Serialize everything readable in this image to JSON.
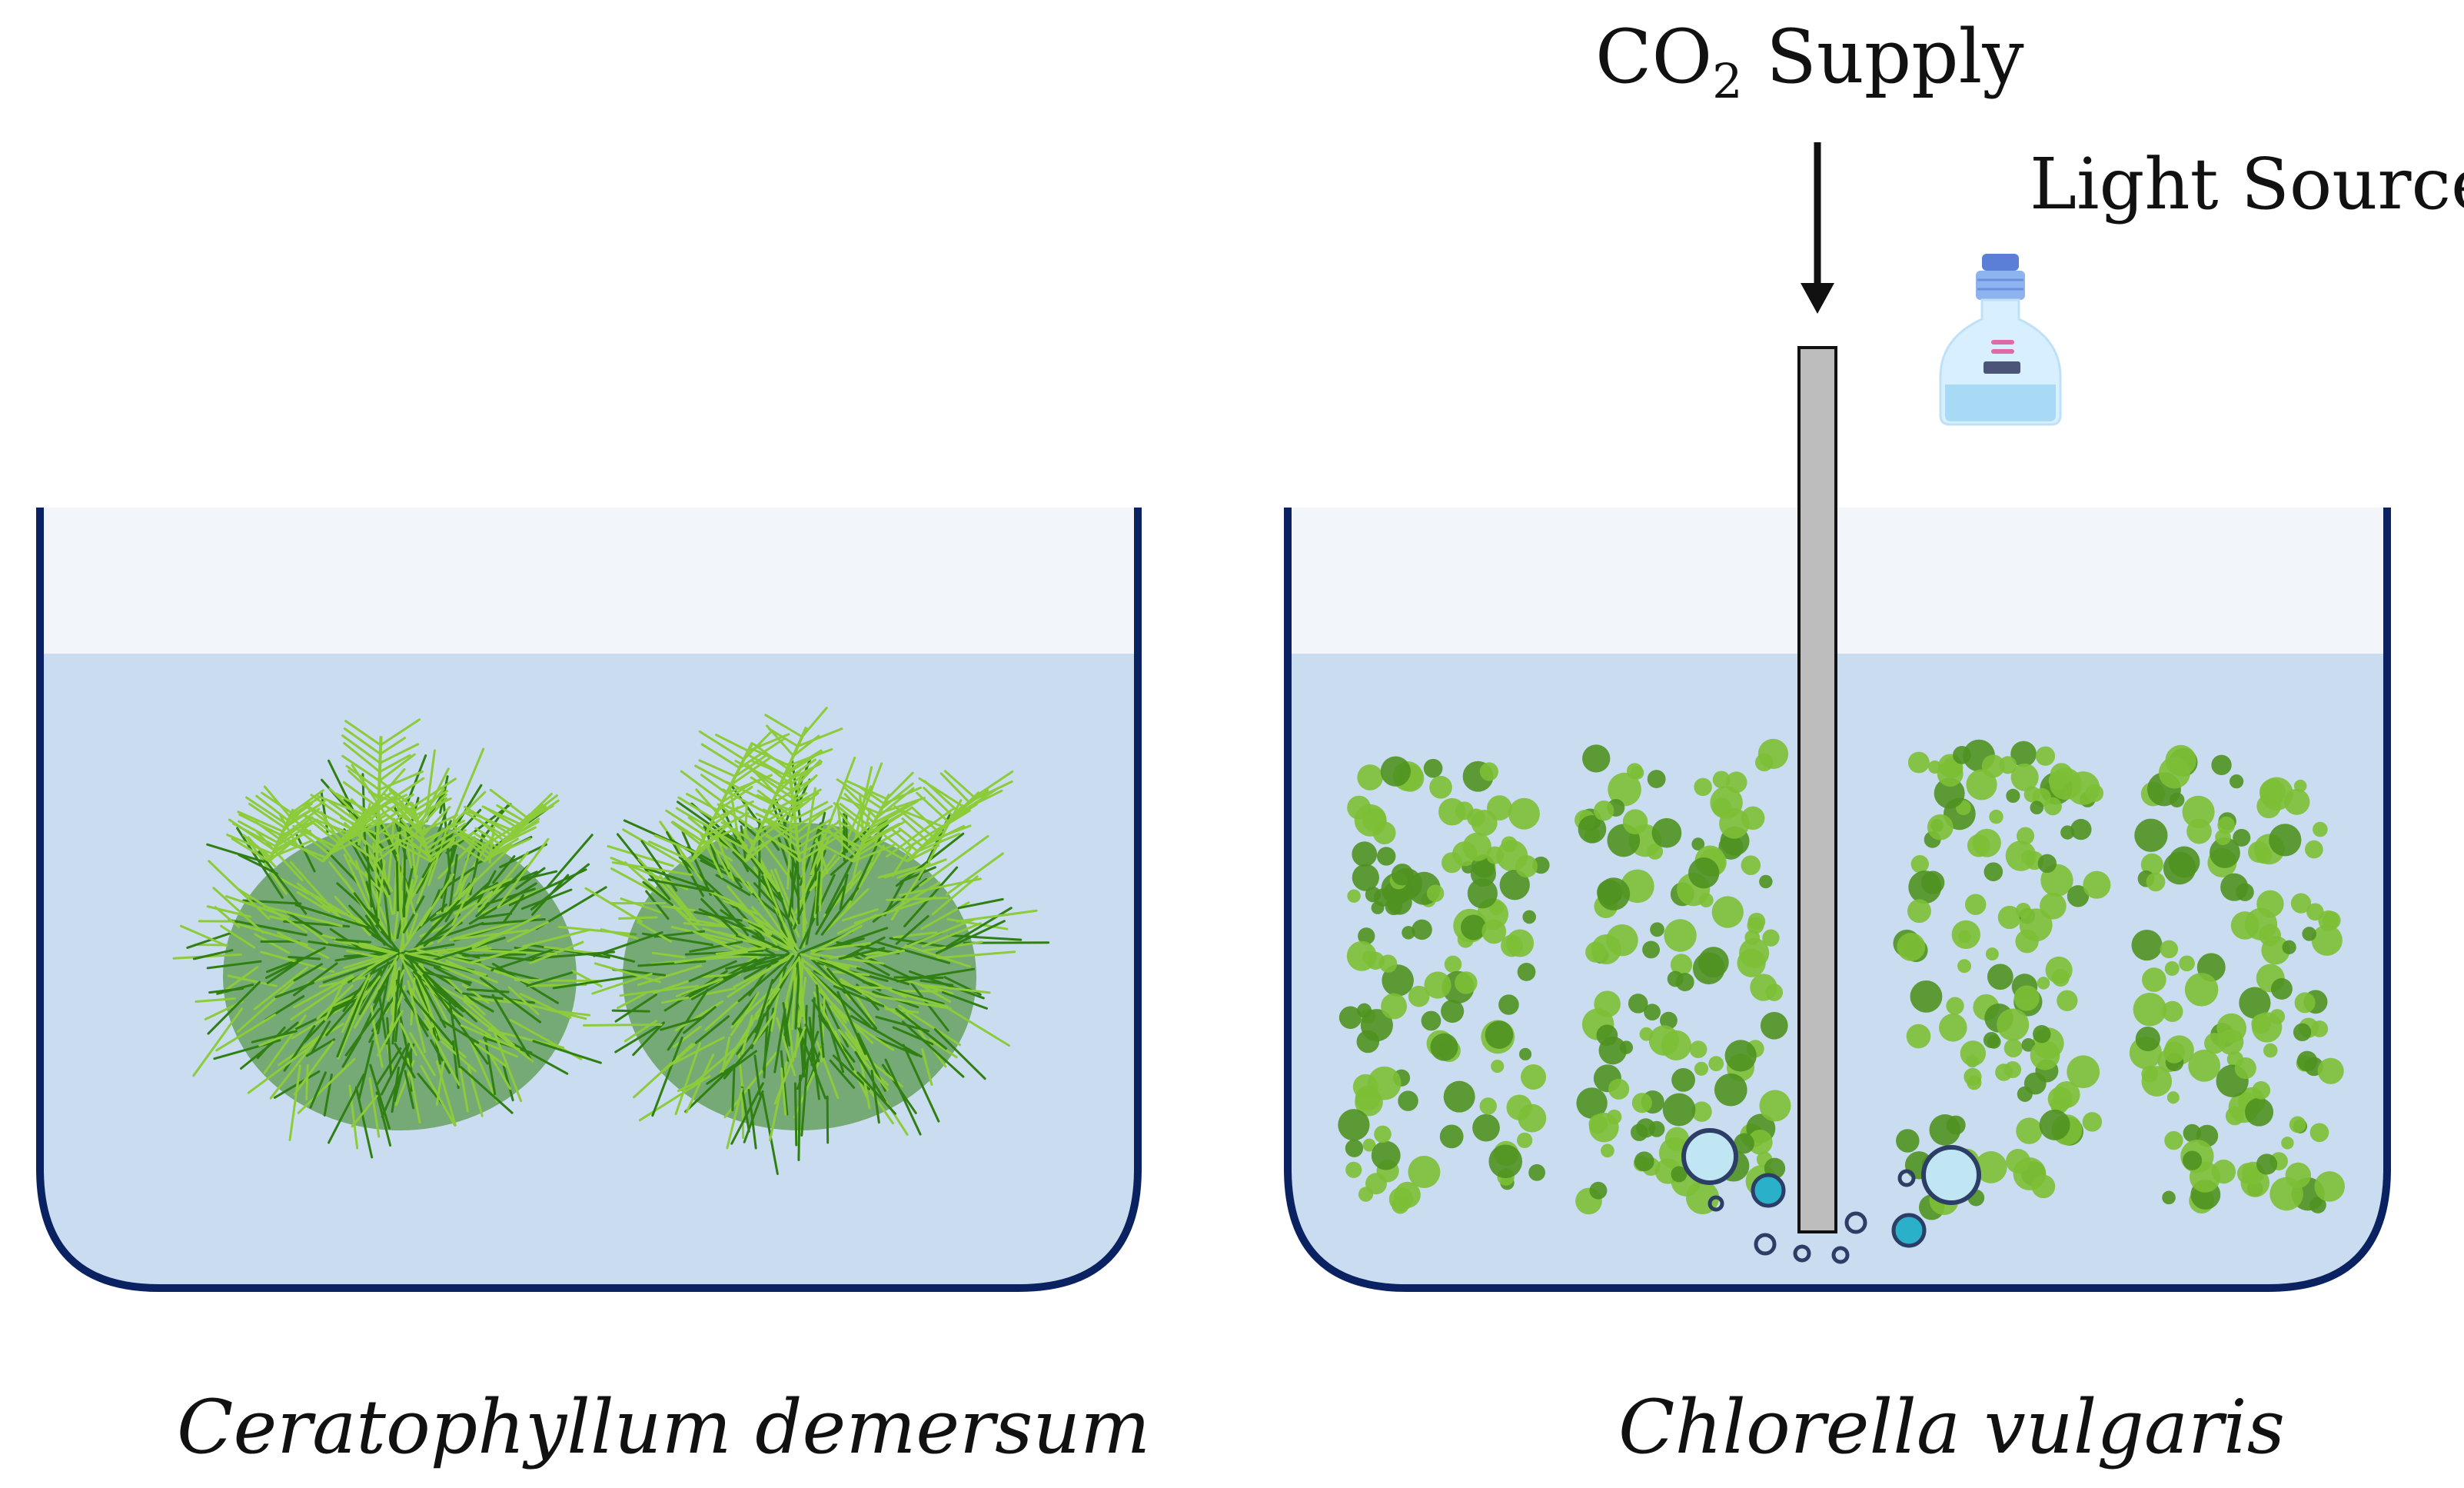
{
  "labels": {
    "co2_prefix": "CO",
    "co2_subscript": "2",
    "co2_suffix": " Supply",
    "light_source": "Light Source",
    "left_species": "Ceratophyllum demersum",
    "right_species": "Chlorella vulgaris"
  },
  "colors": {
    "tank_outline": "#0b2262",
    "water": "#cadcef",
    "water_surface": "#f2f6fb",
    "plant_dark": "#2f7f12",
    "plant_light": "#8ccb3a",
    "algae": "#7cbf35",
    "algae_dark": "#4f9220",
    "tube": "#bdbdbd",
    "bubble": "#2ab0c8"
  },
  "icons": {
    "light_source": "bottle-lamp-icon",
    "arrow": "arrow-down-icon"
  }
}
